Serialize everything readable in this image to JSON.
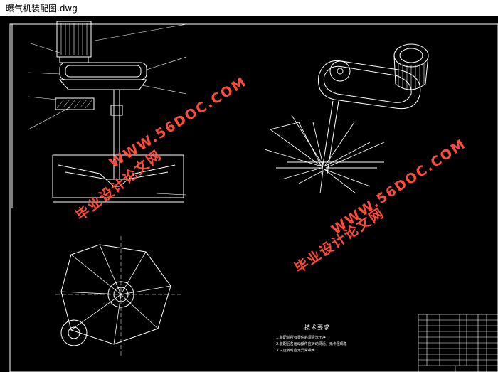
{
  "window": {
    "title": "曝气机装配图.dwg"
  },
  "watermark": {
    "url_text": "WWW.56DOC.COM",
    "cn_text": "毕业设计论文网"
  },
  "tech_notes": {
    "title": "技术要求",
    "lines": [
      "1.装配前所有零件必须清洗干净",
      "2.装配后各运动部件应转动灵活，无卡阻现象",
      "3.试运转时应无异常噪声"
    ]
  },
  "colors": {
    "drawing": "#ffffff",
    "watermark": "#ff4b3a",
    "background": "#000000"
  }
}
